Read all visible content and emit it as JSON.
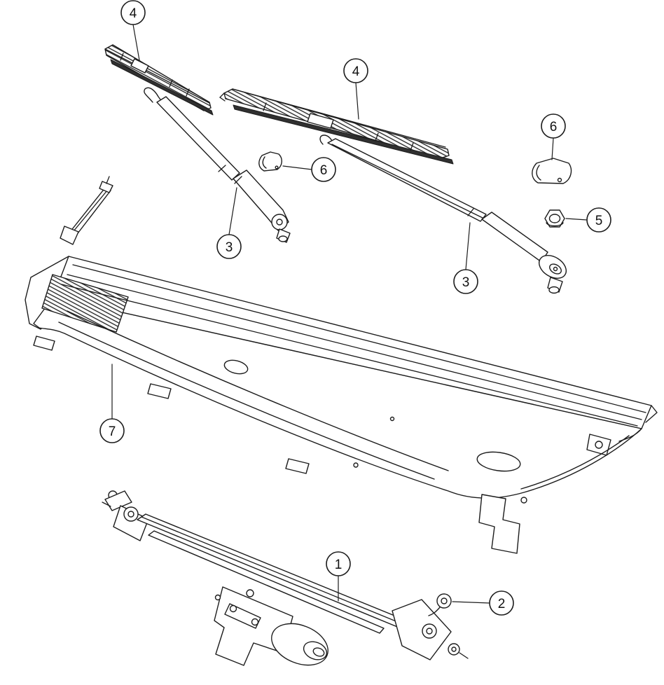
{
  "diagram": {
    "background_color": "#ffffff",
    "line_color": "#1c1c1c",
    "callouts": {
      "linkage": {
        "label": "1"
      },
      "screw": {
        "label": "2"
      },
      "arm_left": {
        "label": "3"
      },
      "arm_right": {
        "label": "3"
      },
      "blade_left": {
        "label": "4"
      },
      "blade_right": {
        "label": "4"
      },
      "nut": {
        "label": "5"
      },
      "cap_left": {
        "label": "6"
      },
      "cap_right": {
        "label": "6"
      },
      "cowl": {
        "label": "7"
      }
    }
  }
}
